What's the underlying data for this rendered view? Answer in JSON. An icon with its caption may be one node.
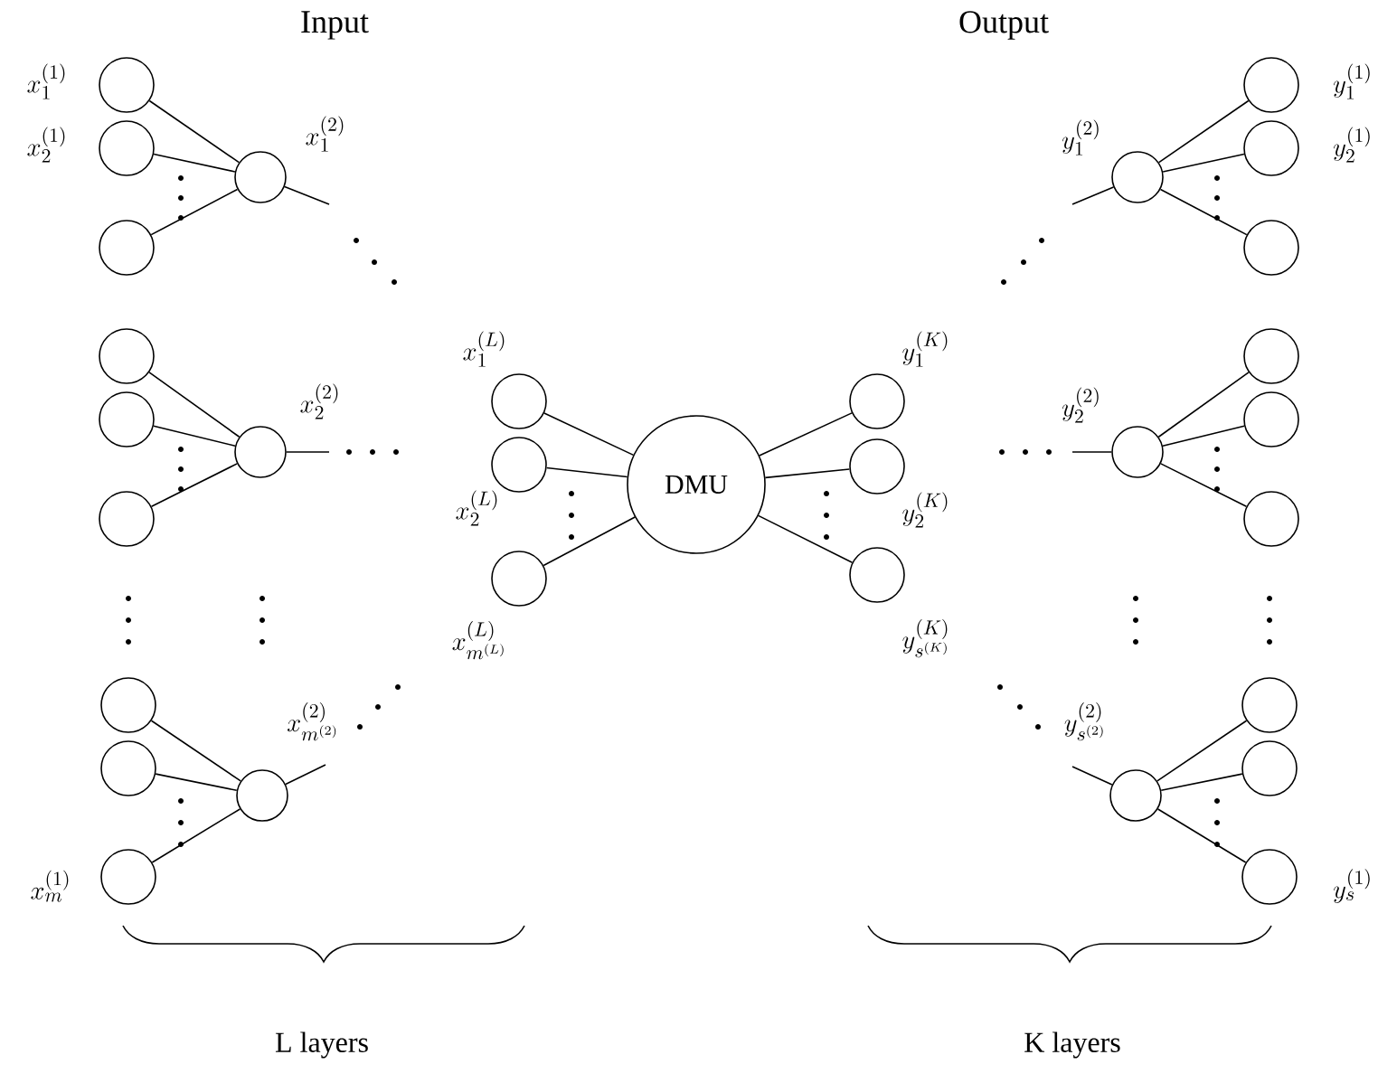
{
  "diagram": {
    "nodes": [
      {
        "text": [],
        "shape": "circle",
        "beside": [
          "x_1^{(1)}"
        ]
      },
      {
        "text": [],
        "shape": "circle",
        "beside": [
          "x_2^{(1)}"
        ]
      },
      {
        "text": [],
        "shape": "circle"
      },
      {
        "text": [],
        "shape": "circle",
        "beside": [
          "x_1^{(2)}"
        ]
      },
      {
        "text": [],
        "shape": "circle"
      },
      {
        "text": [],
        "shape": "circle"
      },
      {
        "text": [],
        "shape": "circle"
      },
      {
        "text": [],
        "shape": "circle",
        "beside": [
          "x_2^{(2)}"
        ]
      },
      {
        "text": [],
        "shape": "circle"
      },
      {
        "text": [],
        "shape": "circle"
      },
      {
        "text": [],
        "shape": "circle",
        "beside": [
          "x_m^{(1)}"
        ]
      },
      {
        "text": [],
        "shape": "circle",
        "beside": [
          "x_{m^{(2)}}^{(2)}"
        ]
      },
      {
        "text": [],
        "shape": "circle",
        "beside": [
          "x_1^{(L)}"
        ]
      },
      {
        "text": [],
        "shape": "circle",
        "beside": [
          "x_2^{(L)}"
        ]
      },
      {
        "text": [],
        "shape": "circle",
        "beside": [
          "x_{m^{(L)}}^{(L)}"
        ]
      },
      {
        "text": [
          "DMU"
        ]
      },
      {
        "text": [],
        "shape": "circle",
        "beside": [
          "y_1^{(K)}"
        ]
      },
      {
        "text": [],
        "shape": "circle",
        "beside": [
          "y_2^{(K)}"
        ]
      },
      {
        "text": [],
        "shape": "circle",
        "beside": [
          "y_{s^{(K)}}^{(K)}"
        ]
      },
      {
        "text": [],
        "shape": "circle",
        "beside": [
          "y_1^{(2)}"
        ]
      },
      {
        "text": [],
        "shape": "circle",
        "beside": [
          "y_1^{(1)}"
        ]
      },
      {
        "text": [],
        "shape": "circle",
        "beside": [
          "y_2^{(1)}"
        ]
      },
      {
        "text": [],
        "shape": "circle"
      },
      {
        "text": [],
        "shape": "circle",
        "beside": [
          "y_2^{(2)}"
        ]
      },
      {
        "text": [],
        "shape": "circle"
      },
      {
        "text": [],
        "shape": "circle"
      },
      {
        "text": [],
        "shape": "circle"
      },
      {
        "text": [],
        "shape": "circle",
        "beside": [
          "y_{s^{(2)}}^{(2)}"
        ]
      },
      {
        "text": [],
        "shape": "circle"
      },
      {
        "text": [],
        "shape": "circle"
      },
      {
        "text": [],
        "shape": "circle",
        "beside": [
          "y_s^{(1)}"
        ]
      }
    ],
    "edges": [
      {
        "from": 0,
        "to": 3,
        "arrow": "none"
      },
      {
        "from": 1,
        "to": 3,
        "arrow": "none"
      },
      {
        "from": 2,
        "to": 3,
        "arrow": "none"
      },
      {
        "from": 3,
        "to": null,
        "arrow": "none"
      },
      {
        "from": 4,
        "to": 7,
        "arrow": "none"
      },
      {
        "from": 5,
        "to": 7,
        "arrow": "none"
      },
      {
        "from": 6,
        "to": 7,
        "arrow": "none"
      },
      {
        "from": 7,
        "to": null,
        "arrow": "none"
      },
      {
        "from": 8,
        "to": 11,
        "arrow": "none"
      },
      {
        "from": 9,
        "to": 11,
        "arrow": "none"
      },
      {
        "from": 10,
        "to": 11,
        "arrow": "none"
      },
      {
        "from": 11,
        "to": null,
        "arrow": "none"
      },
      {
        "from": 12,
        "to": 15,
        "arrow": "none"
      },
      {
        "from": 13,
        "to": 15,
        "arrow": "none"
      },
      {
        "from": 14,
        "to": 15,
        "arrow": "none"
      },
      {
        "from": 15,
        "to": 16,
        "arrow": "none"
      },
      {
        "from": 15,
        "to": 17,
        "arrow": "none"
      },
      {
        "from": 15,
        "to": 18,
        "arrow": "none"
      },
      {
        "from": null,
        "to": 19,
        "arrow": "none"
      },
      {
        "from": 19,
        "to": 20,
        "arrow": "none"
      },
      {
        "from": 19,
        "to": 21,
        "arrow": "none"
      },
      {
        "from": 19,
        "to": 22,
        "arrow": "none"
      },
      {
        "from": null,
        "to": 23,
        "arrow": "none"
      },
      {
        "from": 23,
        "to": 24,
        "arrow": "none"
      },
      {
        "from": 23,
        "to": 25,
        "arrow": "none"
      },
      {
        "from": 23,
        "to": 26,
        "arrow": "none"
      },
      {
        "from": null,
        "to": 27,
        "arrow": "none"
      },
      {
        "from": 27,
        "to": 28,
        "arrow": "none"
      },
      {
        "from": 27,
        "to": 29,
        "arrow": "none"
      },
      {
        "from": 27,
        "to": 30,
        "arrow": "none"
      }
    ],
    "labels": [
      "Input",
      "Output",
      "L layers",
      "K layers"
    ]
  }
}
